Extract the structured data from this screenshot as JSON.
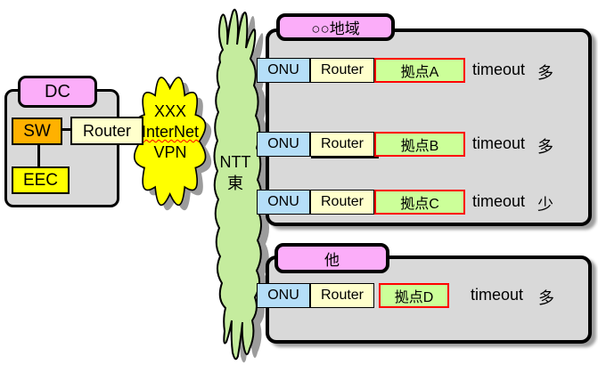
{
  "dc_group": {
    "dc_label": "DC",
    "sw_label": "SW",
    "eec_label": "EEC",
    "router_label": "Router"
  },
  "internet_cloud": {
    "line1": "XXX",
    "line2": "InterNet",
    "line3": "VPN"
  },
  "ntt_cloud": {
    "line1": "NTT",
    "line2": "東"
  },
  "region_box": {
    "title": "○○地域",
    "rows": [
      {
        "onu": "ONU",
        "router": "Router",
        "site": "拠点A",
        "timeout_label": "timeout",
        "level": "多"
      },
      {
        "onu": "ONU",
        "router": "Router",
        "site": "拠点B",
        "timeout_label": "timeout",
        "level": "多"
      },
      {
        "onu": "ONU",
        "router": "Router",
        "site": "拠点C",
        "timeout_label": "timeout",
        "level": "少"
      }
    ]
  },
  "other_box": {
    "title": "他",
    "rows": [
      {
        "onu": "ONU",
        "router": "Router",
        "site": "拠点D",
        "timeout_label": "timeout",
        "level": "多"
      }
    ]
  },
  "colors": {
    "panel_gray": "#D9D9D9",
    "label_pink": "#FBADF9",
    "onu_blue": "#B5DEF8",
    "router_cream": "#FFFFCC",
    "site_green": "#CCFF99",
    "site_border_red": "#FF0000",
    "sw_orange": "#FFB100",
    "eec_yellow": "#FFFF00",
    "cloud_yellow": "#FFFF00",
    "ntt_green": "#C5EC9E"
  }
}
